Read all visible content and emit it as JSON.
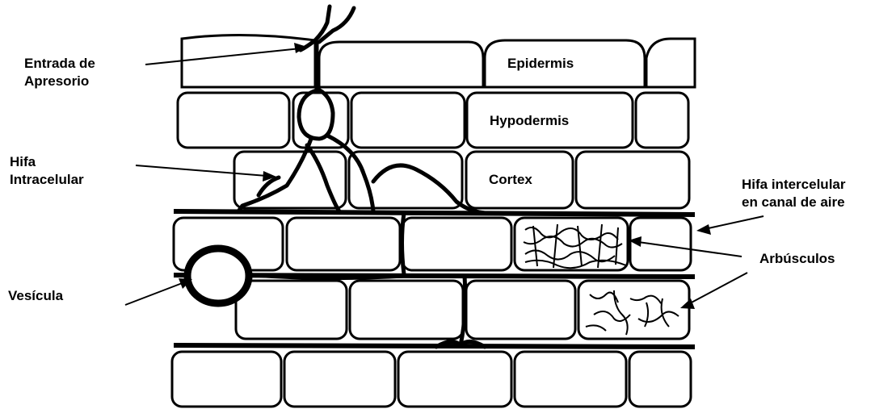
{
  "labels": {
    "entrada_line1": "Entrada de",
    "entrada_line2": "Apresorio",
    "hifa_intra_line1": "Hifa",
    "hifa_intra_line2": "Intracelular",
    "vesicula": "Vesícula",
    "hifa_inter_line1": "Hifa intercelular",
    "hifa_inter_line2": "en canal de aire",
    "arbusculos": "Arbúsculos"
  },
  "tissue_labels": {
    "epidermis": "Epidermis",
    "hypodermis": "Hypodermis",
    "cortex": "Cortex"
  }
}
